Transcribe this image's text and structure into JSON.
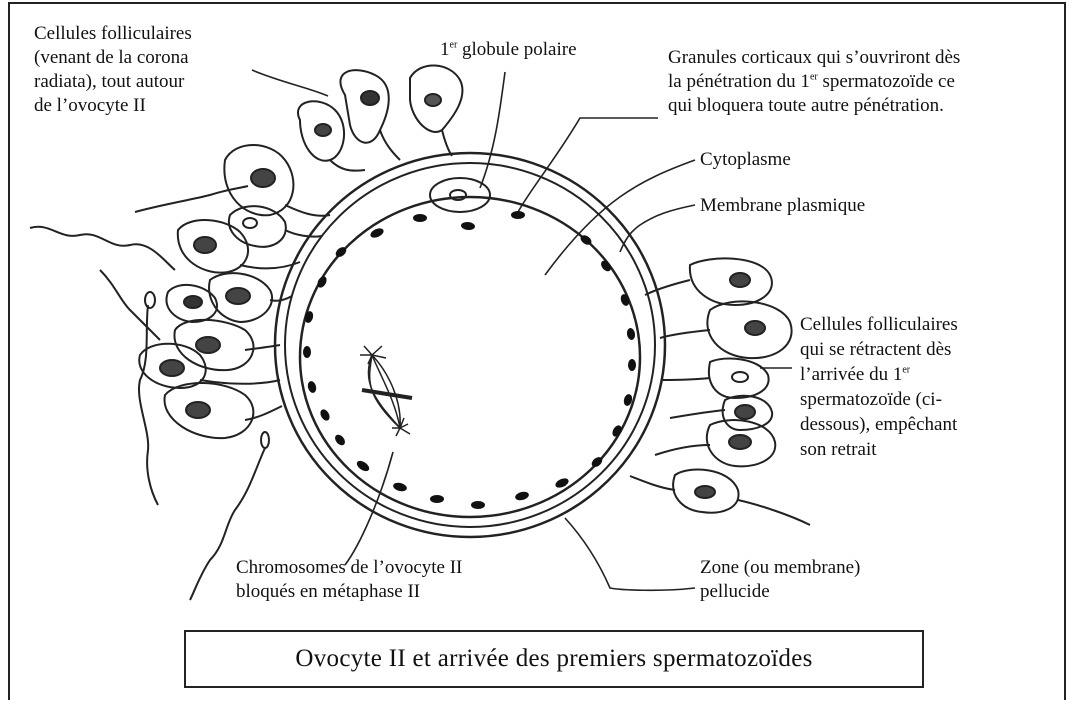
{
  "labels": {
    "follicular_left": [
      "Cellules folliculaires",
      "(venant de la corona",
      "radiata), tout autour",
      "de l’ovocyte II"
    ],
    "polar_body_sup": "er",
    "polar_body_prefix": "1",
    "polar_body_text": " globule polaire",
    "granules_line1": "Granules corticaux qui s’ouvriront dès",
    "granules_line2_a": "la pénétration du 1",
    "granules_line2_sup": "er",
    "granules_line2_b": " spermatozoïde ce",
    "granules_line3": "qui bloquera toute autre pénétration.",
    "cytoplasm": "Cytoplasme",
    "membrane": "Membrane plasmique",
    "follicular_right_1": "Cellules folliculaires",
    "follicular_right_2": "qui se rétractent dès",
    "follicular_right_3a": "l’arrivée du 1",
    "follicular_right_3sup": "er",
    "follicular_right_4": "spermatozoïde (ci-",
    "follicular_right_5": "dessous), empêchant",
    "follicular_right_6": "son retrait",
    "chromosomes_1": "Chromosomes de l’ovocyte II",
    "chromosomes_2": "bloqués en métaphase II",
    "zona_1": "Zone (ou membrane)",
    "zona_2": "pellucide"
  },
  "title": "Ovocyte II  et arrivée des premiers spermatozoïdes"
}
